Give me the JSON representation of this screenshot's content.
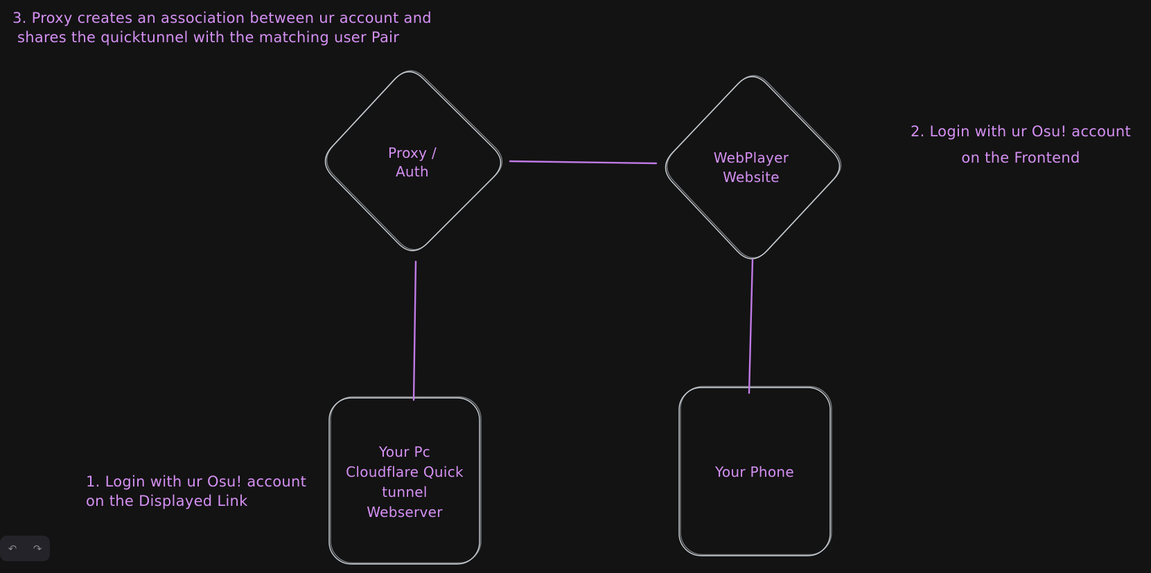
{
  "canvas": {
    "background": "#131313",
    "tool": "excalidraw-style-whiteboard"
  },
  "colors": {
    "ink_purple": "#d490f2",
    "connector_purple": "#c07ae6",
    "shape_stroke": "#ced4da",
    "island_background": "#232329",
    "island_icon": "#85858d"
  },
  "annotations": {
    "step3": "3. Proxy creates an association between ur account and\n shares the quicktunnel with the matching user Pair",
    "step2": "2. Login with ur Osu! account\non the Frontend",
    "step1": "1. Login with ur Osu! account\non the Displayed Link"
  },
  "nodes": {
    "proxy_auth": "Proxy /\nAuth",
    "webplayer": "WebPlayer\nWebsite",
    "pc_tunnel": "Your Pc\nCloudflare Quick\ntunnel\nWebserver",
    "phone": "Your Phone"
  },
  "toolbar": {
    "undo_icon": "↶",
    "redo_icon": "↷"
  }
}
